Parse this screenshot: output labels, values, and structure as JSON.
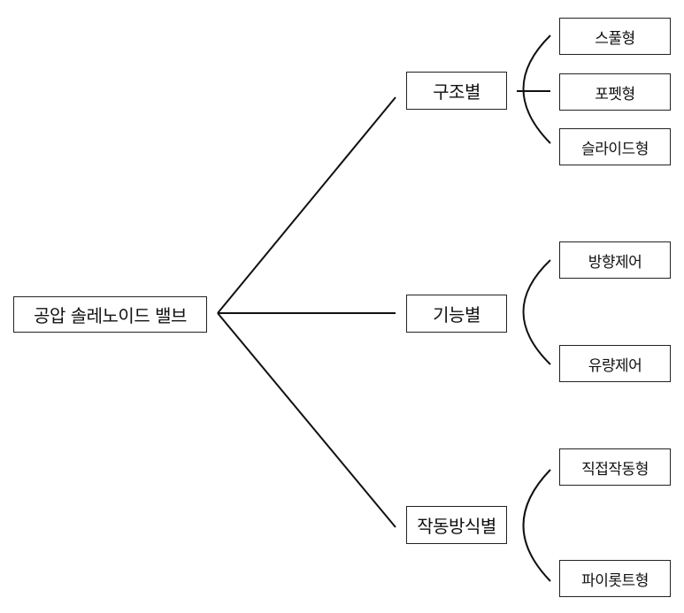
{
  "diagram": {
    "root": {
      "label": "공압 솔레노이드 밸브"
    },
    "categories": [
      {
        "label": "구조별",
        "children": [
          "스풀형",
          "포펫형",
          "슬라이드형"
        ]
      },
      {
        "label": "기능별",
        "children": [
          "방향제어",
          "유량제어"
        ]
      },
      {
        "label": "작동방식별",
        "children": [
          "직접작동형",
          "파이롯트형"
        ]
      }
    ]
  },
  "colors": {
    "line": "#111111",
    "border": "#222222",
    "background": "#ffffff"
  }
}
